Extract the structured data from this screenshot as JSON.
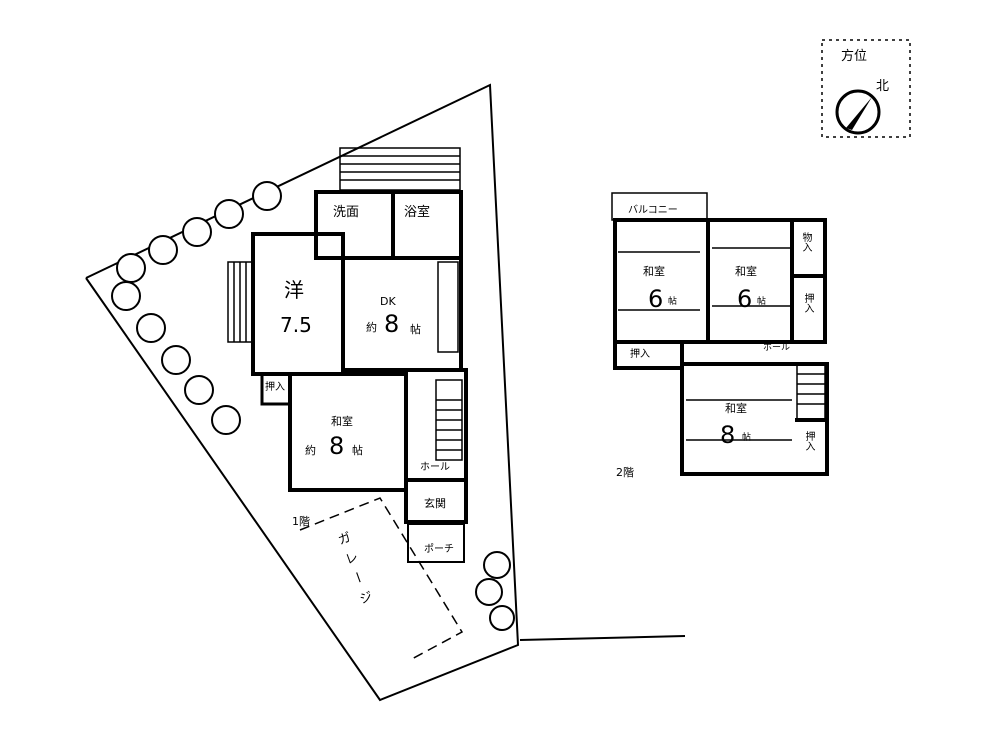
{
  "compass": {
    "title": "方位",
    "north": "北"
  },
  "floor1": {
    "label": "1階",
    "rooms": {
      "washroom": "洗面",
      "bath": "浴室",
      "western_name": "洋",
      "western_size": "7.5",
      "dk_name": "DK",
      "dk_prefix": "約",
      "dk_size": "8",
      "dk_unit": "帖",
      "japanese_name": "和室",
      "japanese_prefix": "約",
      "japanese_size": "8",
      "japanese_unit": "帖",
      "closet": "押入",
      "hall": "ホール",
      "entrance": "玄関",
      "porch": "ポーチ",
      "garage": "ガレージ"
    }
  },
  "floor2": {
    "label": "2階",
    "rooms": {
      "balcony": "バルコニー",
      "room_a_name": "和室",
      "room_a_size": "6",
      "room_a_unit": "帖",
      "room_b_name": "和室",
      "room_b_size": "6",
      "room_b_unit": "帖",
      "room_c_name": "和室",
      "room_c_size": "8",
      "room_c_unit": "帖",
      "storage": "物入",
      "closet_1": "押入",
      "closet_2": "押入",
      "closet_3": "押入",
      "hall": "ホール"
    }
  }
}
